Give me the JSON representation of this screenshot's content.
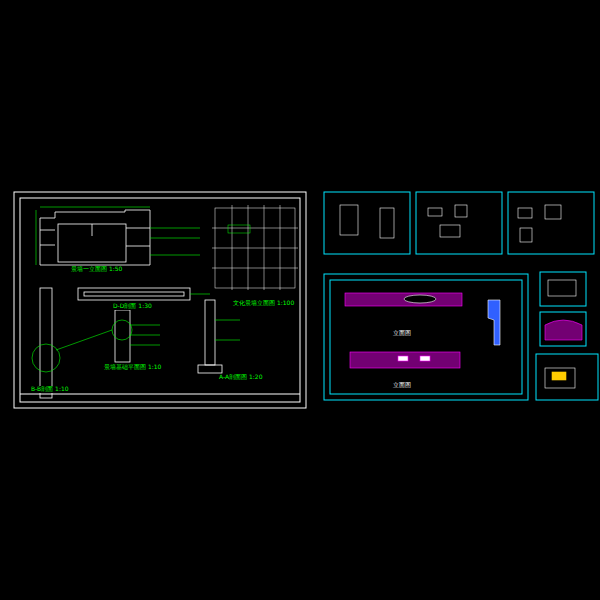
{
  "diagram": {
    "labels": [
      "景墙一立面图 1:50",
      "D-D剖面 1:30",
      "景墙基础平面图 1:10",
      "B-B剖面 1:10",
      "A-A剖面图 1:20",
      "文化景墙立面图 1:100",
      "立面图",
      "立面图"
    ]
  }
}
